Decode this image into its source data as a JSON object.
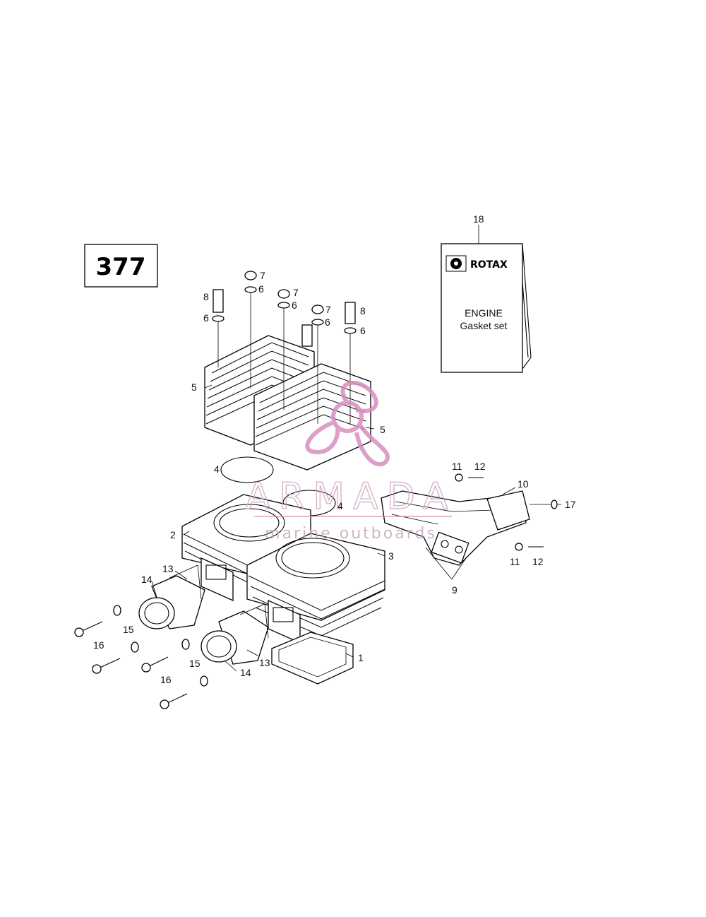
{
  "diagram_number": "377",
  "manual": {
    "brand": "ROTAX",
    "line1": "ENGINE",
    "line2": "Gasket set"
  },
  "watermark": {
    "title": "ARMADA",
    "subtitle": "marine outboards",
    "color": "#d88fbf"
  },
  "callouts": [
    "1",
    "2",
    "3",
    "4",
    "4",
    "5",
    "5",
    "6",
    "6",
    "6",
    "6",
    "6",
    "7",
    "7",
    "7",
    "8",
    "8",
    "9",
    "10",
    "11",
    "11",
    "12",
    "12",
    "13",
    "13",
    "14",
    "14",
    "15",
    "15",
    "16",
    "16",
    "17",
    "18"
  ]
}
